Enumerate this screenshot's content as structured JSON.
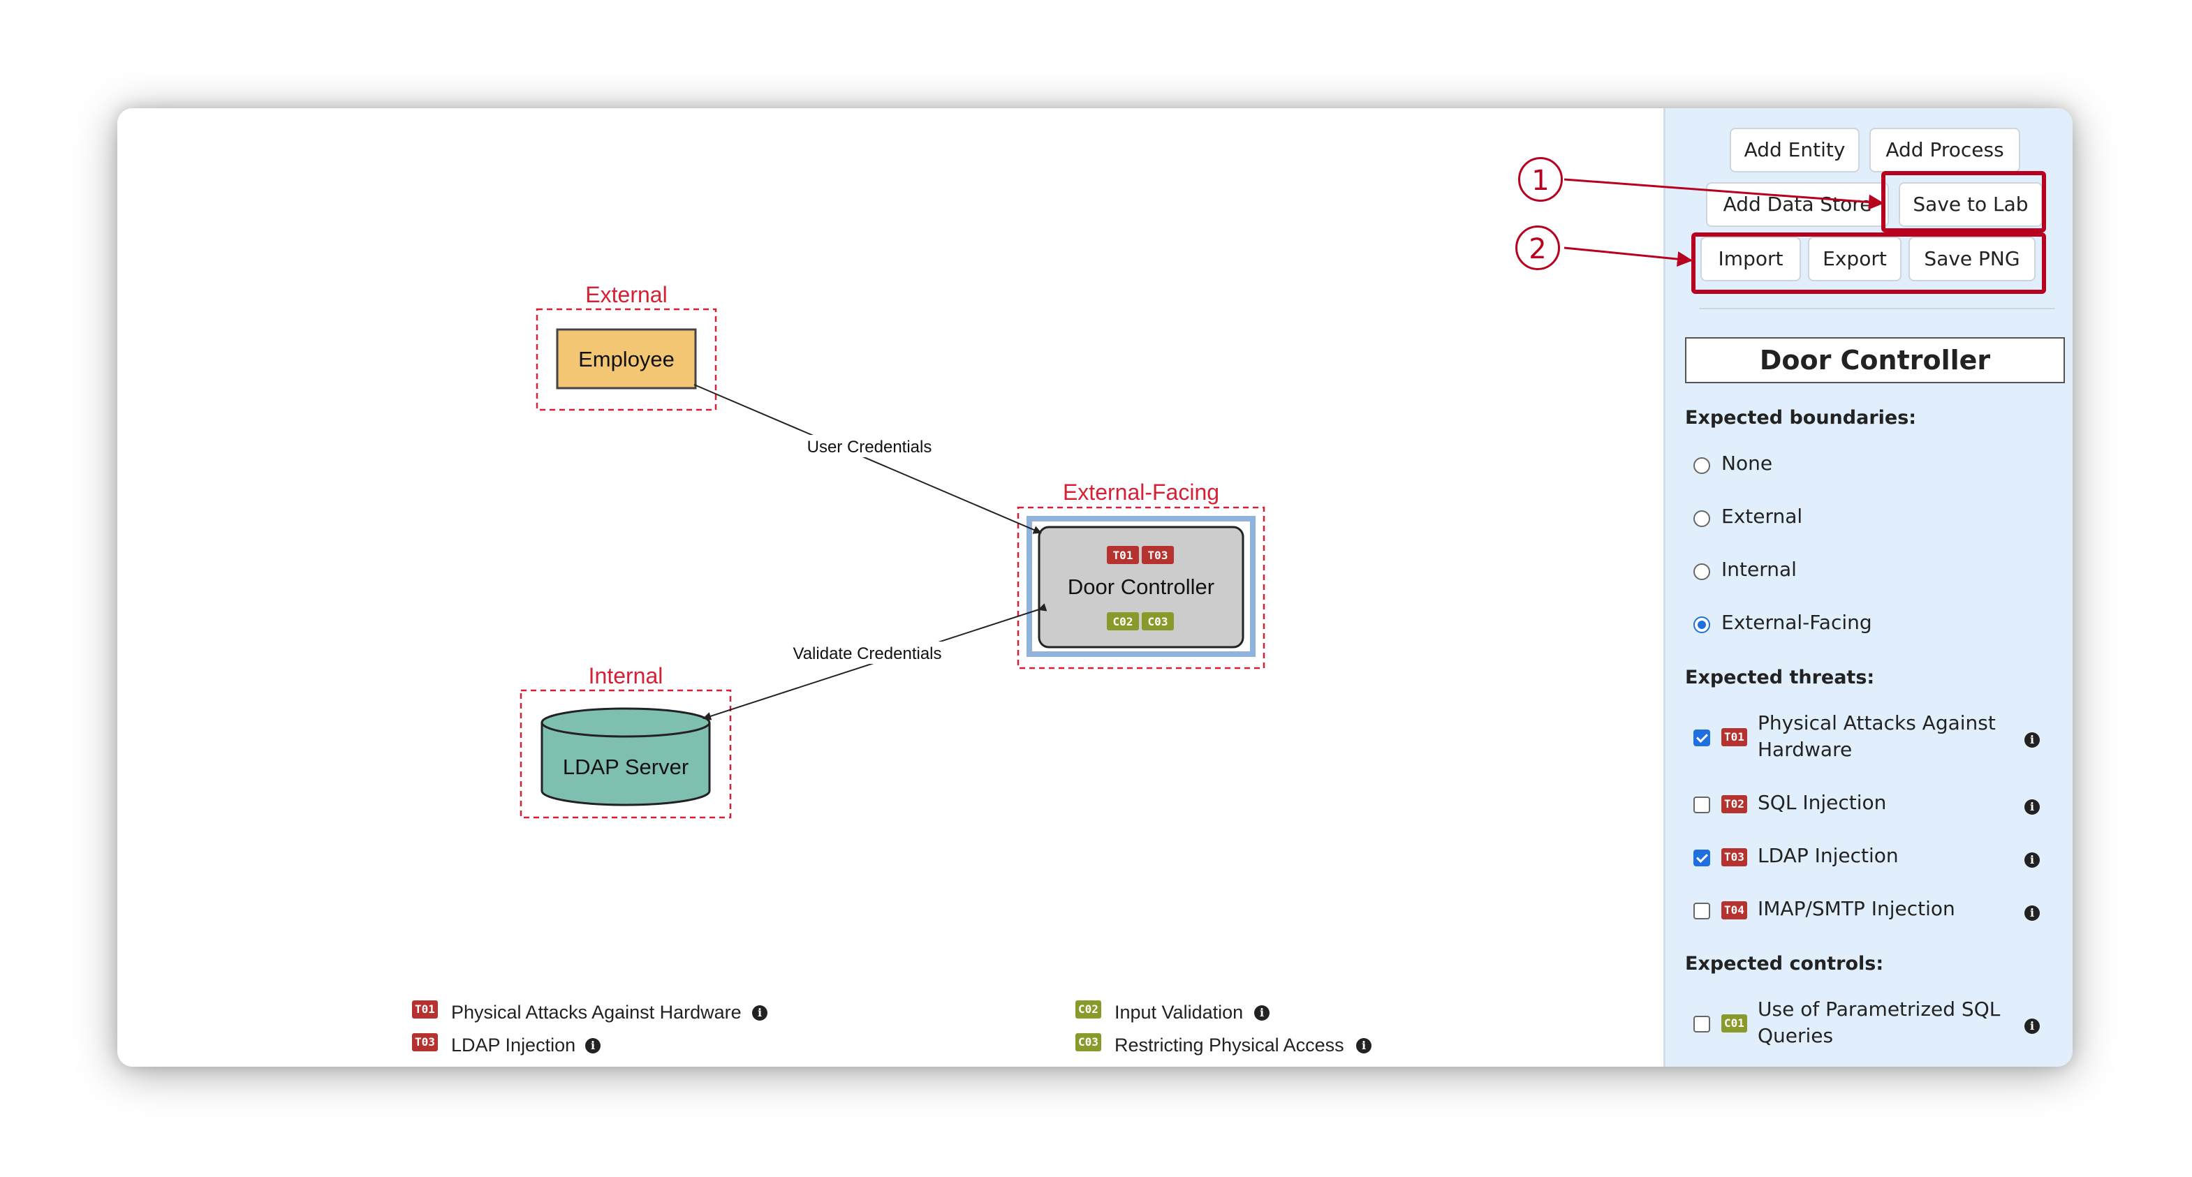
{
  "toolbar": {
    "add_entity": "Add Entity",
    "add_process": "Add Process",
    "add_data_store": "Add Data Store",
    "save_to_lab": "Save to Lab",
    "import": "Import",
    "export": "Export",
    "save_png": "Save PNG"
  },
  "callouts": [
    "1",
    "2"
  ],
  "diagram": {
    "boundaries": {
      "external": "External",
      "external_facing": "External-Facing",
      "internal": "Internal"
    },
    "nodes": {
      "employee": "Employee",
      "door_controller": "Door Controller",
      "ldap_server": "LDAP Server"
    },
    "node_badges": {
      "threats": [
        "T01",
        "T03"
      ],
      "controls": [
        "C02",
        "C03"
      ]
    },
    "flows": {
      "user_credentials": "User Credentials",
      "validate_credentials": "Validate Credentials"
    },
    "colors": {
      "boundary": "#d62035",
      "entity_fill": "#f2c673",
      "process_fill": "#cccccc",
      "datastore_fill": "#7fbfb0",
      "selection": "#8fb3dd"
    }
  },
  "legend": {
    "threats": [
      {
        "code": "T01",
        "label": "Physical Attacks Against Hardware"
      },
      {
        "code": "T03",
        "label": "LDAP Injection"
      }
    ],
    "controls": [
      {
        "code": "C02",
        "label": "Input Validation"
      },
      {
        "code": "C03",
        "label": "Restricting Physical Access"
      }
    ]
  },
  "panel": {
    "title": "Door Controller",
    "boundaries_heading": "Expected boundaries:",
    "boundary_options": [
      {
        "label": "None",
        "selected": false
      },
      {
        "label": "External",
        "selected": false
      },
      {
        "label": "Internal",
        "selected": false
      },
      {
        "label": "External-Facing",
        "selected": true
      }
    ],
    "threats_heading": "Expected threats:",
    "threats": [
      {
        "code": "T01",
        "line1": "Physical Attacks Against",
        "line2": "Hardware",
        "checked": true
      },
      {
        "code": "T02",
        "line1": "SQL Injection",
        "line2": "",
        "checked": false
      },
      {
        "code": "T03",
        "line1": "LDAP Injection",
        "line2": "",
        "checked": true
      },
      {
        "code": "T04",
        "line1": "IMAP/SMTP Injection",
        "line2": "",
        "checked": false
      }
    ],
    "controls_heading": "Expected controls:",
    "controls": [
      {
        "code": "C01",
        "line1": "Use of Parametrized SQL",
        "line2": "Queries",
        "checked": false
      }
    ],
    "info_glyph": "i"
  }
}
